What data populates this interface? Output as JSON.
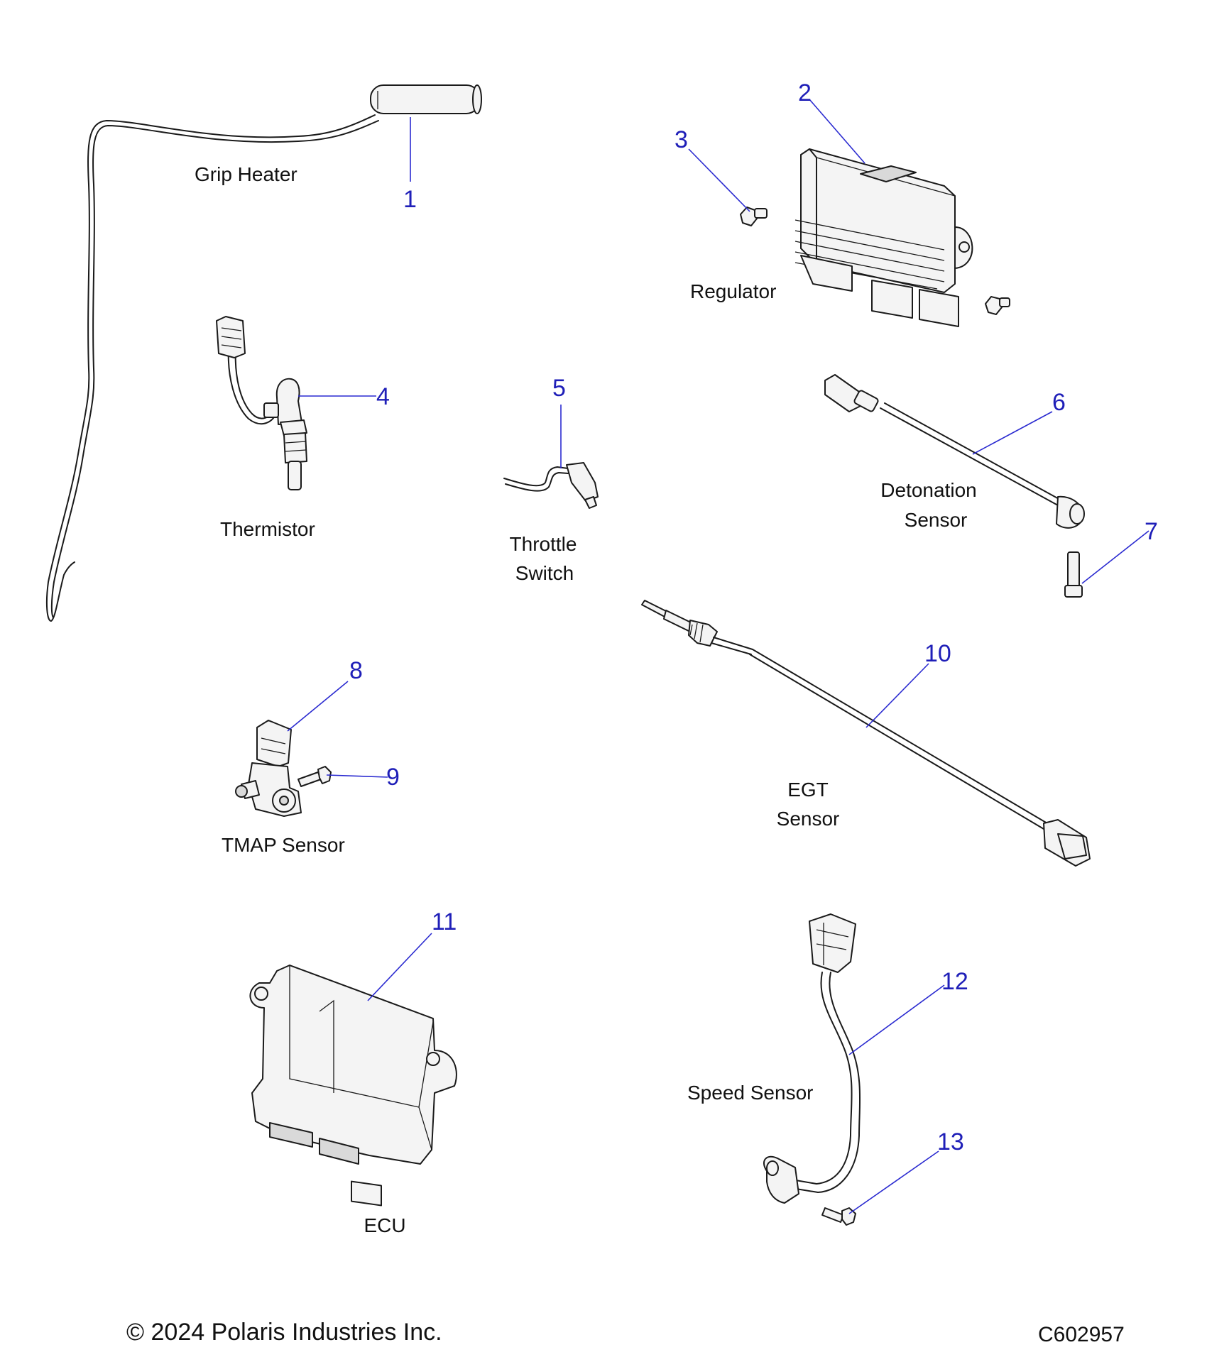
{
  "parts": [
    {
      "number": "1",
      "name": "Grip Heater"
    },
    {
      "number": "2",
      "name": "Regulator"
    },
    {
      "number": "3",
      "name": ""
    },
    {
      "number": "4",
      "name": "Thermistor"
    },
    {
      "number": "5",
      "name_line1": "Throttle",
      "name_line2": "Switch"
    },
    {
      "number": "6",
      "name_line1": "Detonation",
      "name_line2": "Sensor"
    },
    {
      "number": "7",
      "name": ""
    },
    {
      "number": "8",
      "name": "TMAP Sensor"
    },
    {
      "number": "9",
      "name": ""
    },
    {
      "number": "10",
      "name_line1": "EGT",
      "name_line2": "Sensor"
    },
    {
      "number": "11",
      "name": "ECU"
    },
    {
      "number": "12",
      "name": "Speed Sensor"
    },
    {
      "number": "13",
      "name": ""
    }
  ],
  "footer": {
    "copyright": "© 2024 Polaris Industries Inc.",
    "drawing_code": "C602957"
  },
  "colors": {
    "callout_number": "#1f1fb8",
    "leader_line": "#2a2ad0",
    "label_text": "#111111",
    "part_fill": "#f4f4f4"
  }
}
